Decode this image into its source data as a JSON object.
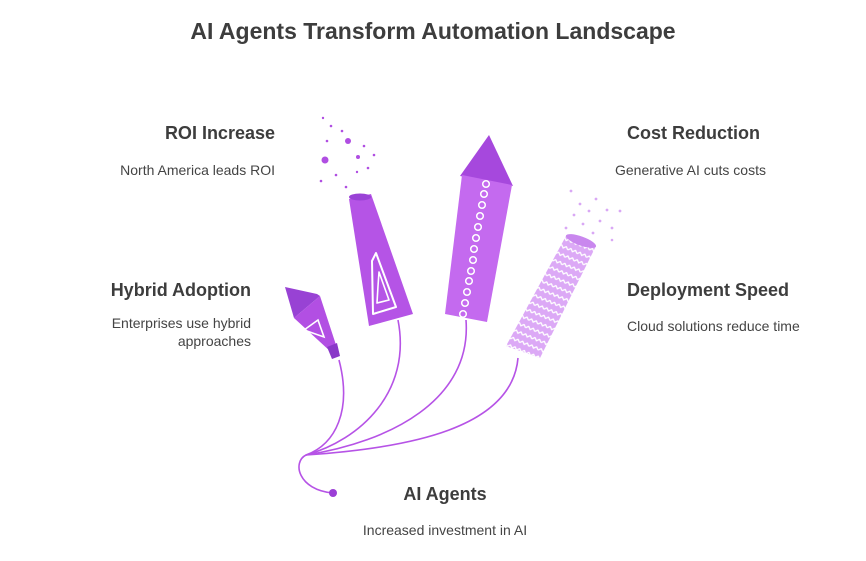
{
  "title": "AI Agents Transform Automation Landscape",
  "items": {
    "roi": {
      "heading": "ROI Increase",
      "desc": "North America leads ROI"
    },
    "cost": {
      "heading": "Cost Reduction",
      "desc": "Generative AI cuts costs"
    },
    "hybrid": {
      "heading": "Hybrid Adoption",
      "desc_line1": "Enterprises use hybrid",
      "desc_line2": "approaches"
    },
    "speed": {
      "heading": "Deployment Speed",
      "desc": "Cloud solutions reduce time"
    },
    "agents": {
      "heading": "AI Agents",
      "desc": "Increased investment in AI"
    }
  },
  "colors": {
    "dark_purple": "#a347dd",
    "mid_purple": "#bb5ae8",
    "light_purple": "#d6a2f5",
    "lightest_purple": "#ecd2fb",
    "text": "#3d3d3d"
  }
}
